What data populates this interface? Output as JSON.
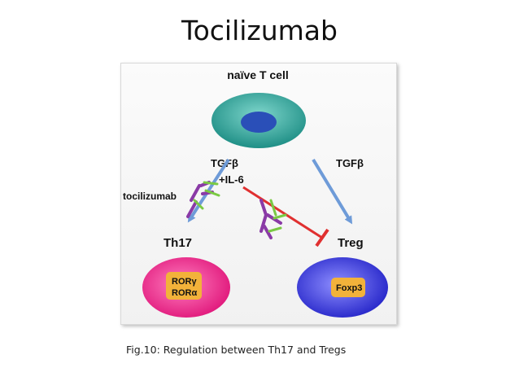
{
  "slide": {
    "title": "Tocilizumab",
    "caption": "Fig.10: Regulation between Th17 and Tregs"
  },
  "diagram": {
    "top_cell": "naïve T cell",
    "left_signal": "TGFβ",
    "left_cytokine": "+IL-6",
    "right_signal": "TGFβ",
    "drug": "tocilizumab",
    "left_cell": "Th17",
    "right_cell": "Treg",
    "left_factors": [
      "RORγ",
      "RORα"
    ],
    "right_factor": "Foxp3"
  },
  "colors": {
    "naive_cell": "#2aa79c",
    "th17_cell": "#ee2a86",
    "treg_cell": "#3b3bdc",
    "arrow": "#6e9bd8",
    "inhibit": "#e03030",
    "antibody": "#8a3aa6",
    "factor_box": "#f2b23a"
  }
}
